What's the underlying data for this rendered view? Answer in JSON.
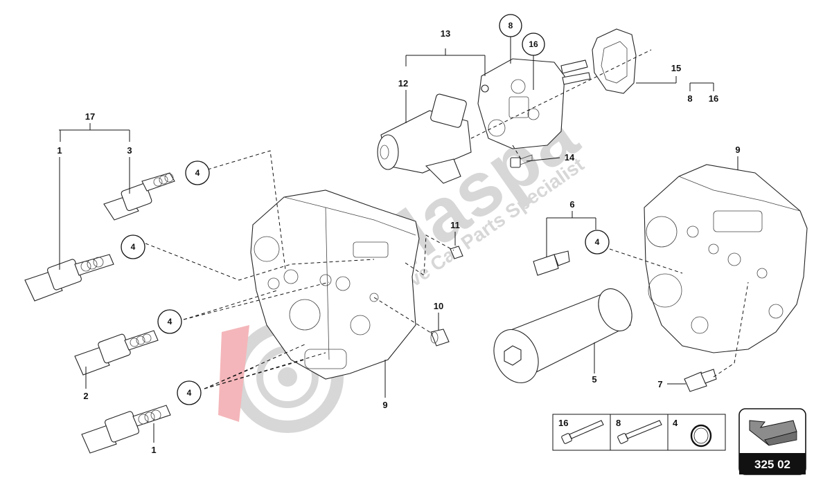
{
  "watermark": {
    "brand": "Maspa",
    "tagline": "exclusive Car Parts Specialist",
    "color_red": "#e0303a",
    "color_grey": "#8c8c8c"
  },
  "callouts": {
    "c17": "17",
    "c1a": "1",
    "c3": "3",
    "c2": "2",
    "c1b": "1",
    "c9a": "9",
    "c11": "11",
    "c10": "10",
    "c13": "13",
    "c12": "12",
    "c14": "14",
    "c15": "15",
    "c8": "8",
    "c16": "16",
    "c9b": "9",
    "c6": "6",
    "c5": "5",
    "c7": "7"
  },
  "circled": {
    "ring8": "8",
    "ring16": "16",
    "ring4a": "4",
    "ring4b": "4",
    "ring4c": "4",
    "ring4d": "4",
    "ring4e": "4"
  },
  "legend": {
    "items": [
      {
        "label": "16",
        "icon": "long-bolt-icon"
      },
      {
        "label": "8",
        "icon": "bolt-icon"
      },
      {
        "label": "4",
        "icon": "o-ring-icon"
      }
    ]
  },
  "page_ref": "325 02"
}
